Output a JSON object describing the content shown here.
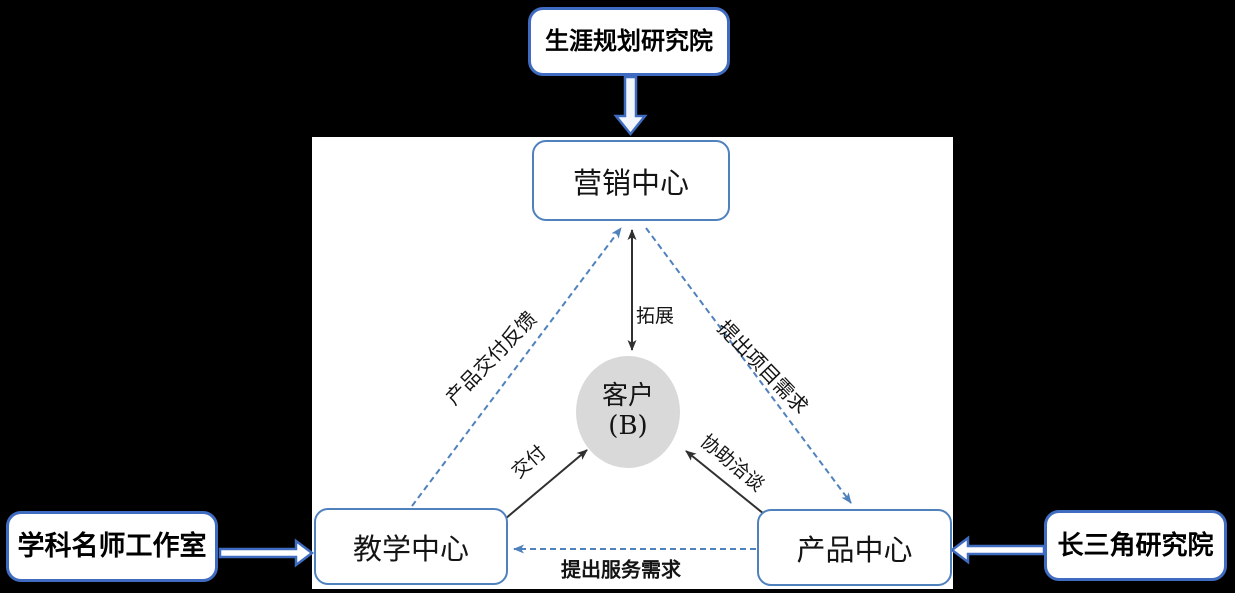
{
  "colors": {
    "background": "#000000",
    "panel": "#ffffff",
    "outer_box_border": "#3f6cc0",
    "inner_box_border": "#4f81bd",
    "dashed_line": "#4f81bd",
    "solid_line": "#303030",
    "circle_fill": "#d9d9d9",
    "text": "#000000"
  },
  "external": {
    "top": {
      "label": "生涯规划研究院"
    },
    "left": {
      "label": "学科名师工作室"
    },
    "right": {
      "label": "长三角研究院"
    }
  },
  "centers": {
    "marketing": {
      "label": "营销中心"
    },
    "teaching": {
      "label": "教学中心"
    },
    "product": {
      "label": "产品中心"
    }
  },
  "customer": {
    "line1": "客户",
    "line2": "(B)"
  },
  "edges": {
    "expand": {
      "label": "拓展",
      "from": "营销中心",
      "to": "客户",
      "style": "solid-double-arrow"
    },
    "deliver": {
      "label": "交付",
      "from": "教学中心",
      "to": "客户",
      "style": "solid-arrow"
    },
    "assist": {
      "label": "协助洽谈",
      "from": "产品中心",
      "to": "客户",
      "style": "solid-arrow"
    },
    "feedback": {
      "label": "产品交付反馈",
      "from": "教学中心",
      "to": "营销中心",
      "style": "dashed-arrow"
    },
    "project": {
      "label": "提出项目需求",
      "from": "营销中心",
      "to": "产品中心",
      "style": "dashed-arrow"
    },
    "service": {
      "label": "提出服务需求",
      "from": "产品中心",
      "to": "教学中心",
      "style": "dashed-arrow"
    }
  }
}
